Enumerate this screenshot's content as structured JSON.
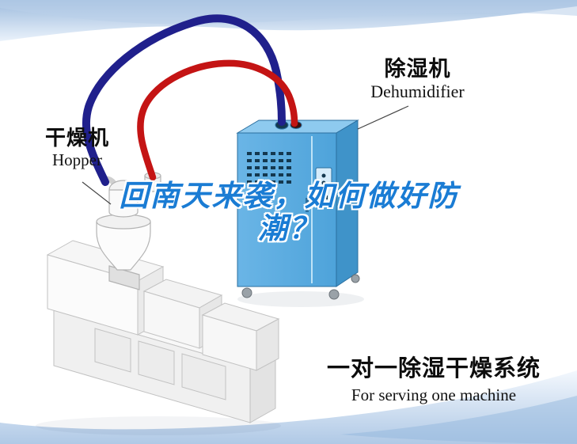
{
  "page": {
    "type": "promotional-illustration",
    "background": "#ffffff",
    "accent_blue": "#56abdf"
  },
  "headline": {
    "lines": [
      "回南天来袭，如何做好防",
      "潮？"
    ],
    "color": "#1a7cd4"
  },
  "labels": {
    "hopper": {
      "cn": "干燥机",
      "en": "Hopper"
    },
    "dehumidifier": {
      "cn": "除湿机",
      "en": "Dehumidifier"
    },
    "system": {
      "cn": "一对一除湿干燥系统",
      "en": "For serving one machine"
    }
  },
  "illustration": {
    "machine": "injection-molding-machine",
    "hopper": "hopper-dryer",
    "dehumidifier": "dehumidifier-cabinet",
    "pipes": {
      "return_pipe_color": "#20208c",
      "supply_pipe_color": "#c41414"
    }
  }
}
